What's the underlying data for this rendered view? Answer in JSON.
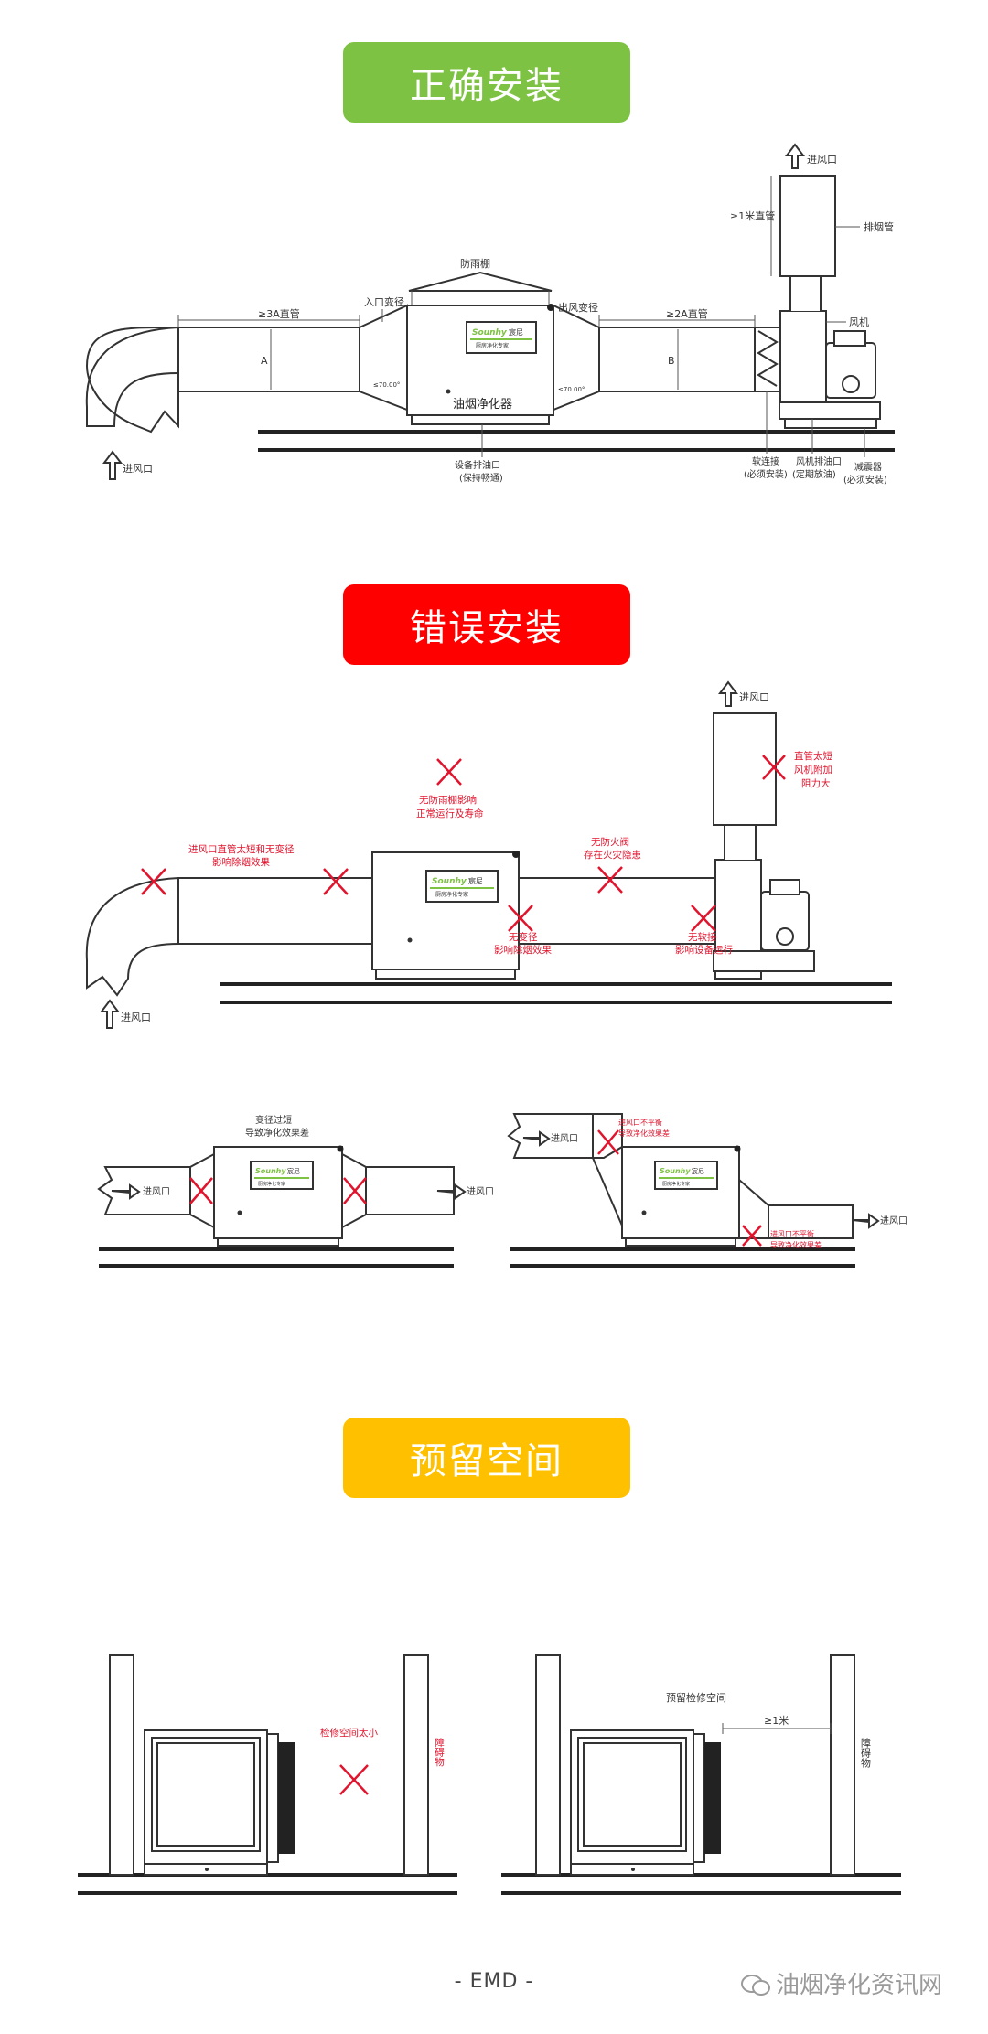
{
  "colors": {
    "correct": "#7dc242",
    "wrong": "#ff0000",
    "space": "#ffc000",
    "mark": "#e0142d"
  },
  "section1": {
    "title": "正确安装",
    "labels": {
      "outlet_top": "进风口",
      "pipe_1m": "≥1米直管",
      "exhaust_pipe": "排烟管",
      "rain_cover": "防雨棚",
      "inlet_reducer": "入口变径",
      "outlet_reducer": "出风变径",
      "straight_3a": "≥3A直管",
      "straight_2a": "≥2A直管",
      "fan": "风机",
      "dim_a": "A",
      "dim_b": "B",
      "angle_left": "≤70.00°",
      "angle_right": "≤70.00°",
      "purifier_name": "油烟净化器",
      "inlet_bottom": "进风口",
      "drain_line1": "设备排油口",
      "drain_line2": "(保持畅通)",
      "soft_line1": "软连接",
      "soft_line2": "(必须安装)",
      "fan_drain_line1": "风机排油口",
      "fan_drain_line2": "(定期放油)",
      "damper_line1": "减震器",
      "damper_line2": "(必须安装)"
    }
  },
  "brand": {
    "logo": "Sounhy",
    "name": "宸尼",
    "tagline": "厨房净化专家"
  },
  "section2": {
    "title": "错误安装",
    "labels": {
      "outlet_top": "进风口",
      "short_pipe_line1": "直管太短",
      "short_pipe_line2": "风机附加",
      "short_pipe_line3": "阻力大",
      "no_rain_line1": "无防雨棚影响",
      "no_rain_line2": "正常运行及寿命",
      "inlet_short_line1": "进风口直管太短和无变径",
      "inlet_short_line2": "影响除烟效果",
      "no_fire_line1": "无防火阀",
      "no_fire_line2": "存在火灾隐患",
      "no_reducer_line1": "无变径",
      "no_reducer_line2": "影响除烟效果",
      "no_soft_line1": "无软接",
      "no_soft_line2": "影响设备运行",
      "inlet_bottom": "进风口",
      "reducer_short_line1": "变径过短",
      "reducer_short_line2": "导致净化效果差",
      "inlet_a": "进风口",
      "outlet_a": "进风口",
      "uneven_top_line1": "进风口不平衡",
      "uneven_top_line2": "导致净化效果差",
      "inlet_b": "进风口",
      "outlet_b": "进风口",
      "uneven_bottom_line1": "进风口不平衡",
      "uneven_bottom_line2": "导致净化效果差"
    }
  },
  "section3": {
    "title": "预留空间",
    "labels": {
      "small_space": "检修空间太小",
      "obstacle_left": "障碍物",
      "reserve_space": "预留检修空间",
      "dim_1m": "≥1米",
      "obstacle_right": "障碍物"
    }
  },
  "footer": {
    "text": "- EMD -"
  },
  "watermark": {
    "text": "油烟净化资讯网"
  }
}
